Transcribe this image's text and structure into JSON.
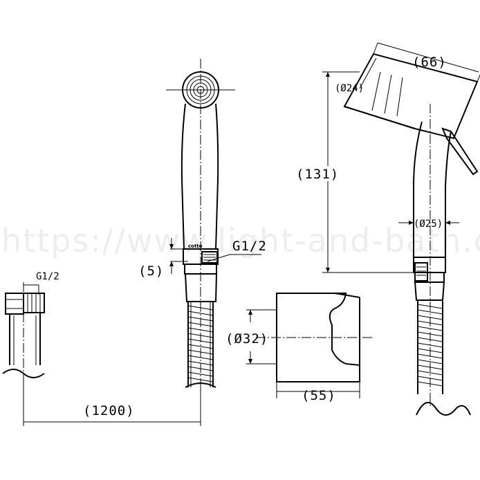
{
  "labels": {
    "hose_thread": "G1/2",
    "handle_thread": "G1/2",
    "hose_length": "(1200)",
    "nut_height": "(5)",
    "brand_mark": "cotto",
    "total_height": "(131)",
    "head_length": "(66)",
    "nozzle_dia": "(Ø24)",
    "handle_dia": "(Ø25)",
    "holder_dia": "(Ø32)",
    "holder_length": "(55)"
  },
  "watermark": "https://www.light-and-bath.com"
}
